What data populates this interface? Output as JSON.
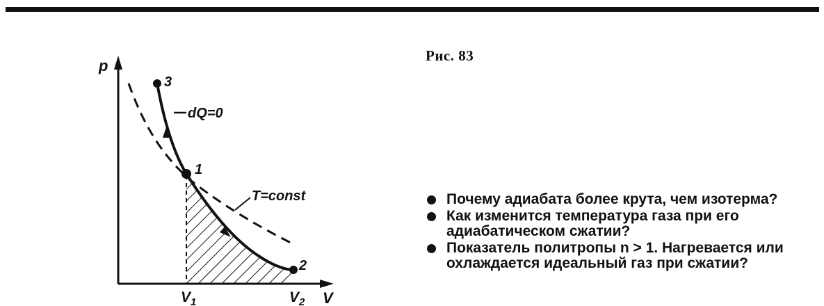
{
  "figure": {
    "axes": {
      "y_label": "p",
      "x_label": "V",
      "tick_v1_main": "V",
      "tick_v1_sub": "1",
      "tick_v2_main": "V",
      "tick_v2_sub": "2"
    },
    "points": [
      {
        "label": "3"
      },
      {
        "label": "1"
      },
      {
        "label": "2"
      }
    ],
    "curves": {
      "adiabat_label": "dQ=0",
      "isotherm_label": "T=const"
    }
  },
  "caption": "Рис. 83",
  "questions": [
    "Почему адиабата более крута, чем изотерма?",
    "Как изменится температура газа при его адиабатическом сжатии?",
    "Показатель политропы n > 1. Нагревается или охлаждается идеальный газ при сжатии?"
  ]
}
